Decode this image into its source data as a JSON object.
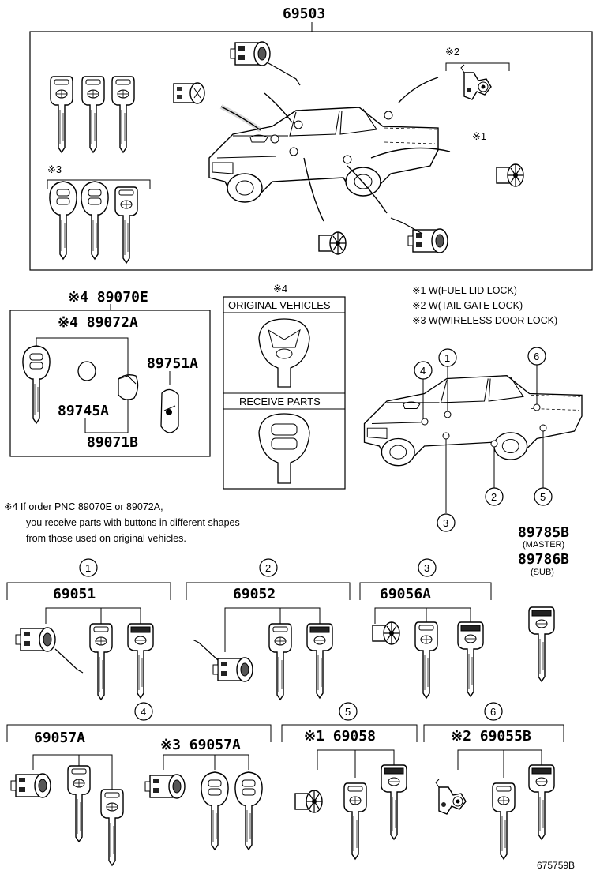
{
  "main_assembly": {
    "part_number": "69503"
  },
  "main_box_notes": {
    "note2": "※2",
    "note1": "※1",
    "note3": "※3"
  },
  "transmitter_group": {
    "outer_part": "※4 89070E",
    "inner_part": "※4 89072A",
    "battery_part": "89745A",
    "case_part": "89751A",
    "housing_part": "89071B"
  },
  "comparison_box": {
    "marker": "※4",
    "original_label": "ORIGINAL VEHICLES",
    "receive_label": "RECEIVE PARTS"
  },
  "legend": [
    "※1 W(FUEL LID LOCK)",
    "※2 W(TAIL GATE LOCK)",
    "※3 W(WIRELESS DOOR LOCK)"
  ],
  "location_numbers": [
    "1",
    "2",
    "3",
    "4",
    "5",
    "6"
  ],
  "footnote": {
    "line1": "※4 If order PNC 89070E or 89072A,",
    "line2": "you receive parts with buttons in different shapes",
    "line3": "from those used on original vehicles."
  },
  "blank_keys": {
    "master_part": "89785B",
    "master_label": "(MASTER)",
    "sub_part": "89786B",
    "sub_label": "(SUB)"
  },
  "sub_assemblies": [
    {
      "index": "1",
      "part": "69051"
    },
    {
      "index": "2",
      "part": "69052"
    },
    {
      "index": "3",
      "part": "69056A"
    },
    {
      "index": "4",
      "part_a": "69057A",
      "part_b": "※3 69057A"
    },
    {
      "index": "5",
      "part": "※1 69058"
    },
    {
      "index": "6",
      "part": "※2 69055B"
    }
  ],
  "figure_ref": "675759B"
}
